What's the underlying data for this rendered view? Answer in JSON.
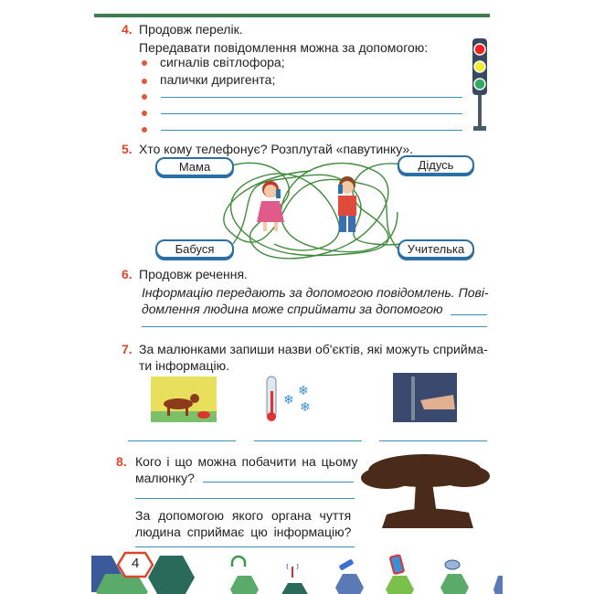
{
  "task4": {
    "number": "4.",
    "title": "Продовж перелік.",
    "intro": "Передавати повідомлення можна за допомогою:",
    "items": [
      "сигналів світлофора;",
      "палички диригента;",
      "",
      "",
      ""
    ]
  },
  "task5": {
    "number": "5.",
    "title": "Хто кому телефонує? Розплутай «павутинку».",
    "names": [
      "Мама",
      "Дідусь",
      "Бабуся",
      "Учителька"
    ]
  },
  "task6": {
    "number": "6.",
    "title": "Продовж речення.",
    "line1": "Інформацію передають за допомогою повідомлень. Пові-",
    "line2": "домлення людина може сприймати за допомогою"
  },
  "task7": {
    "number": "7.",
    "line1": "За малюнками запиши назви об'єктів, які можуть сприйма-",
    "line2": "ти інформацію."
  },
  "task8": {
    "number": "8.",
    "line1": "Кого і що можна побачити на цьому",
    "line2": "малюнку?",
    "line3": "За допомогою якого органа чуття",
    "line4": "людина сприймає цю інформацію?"
  },
  "footer": {
    "page_number": "4"
  }
}
